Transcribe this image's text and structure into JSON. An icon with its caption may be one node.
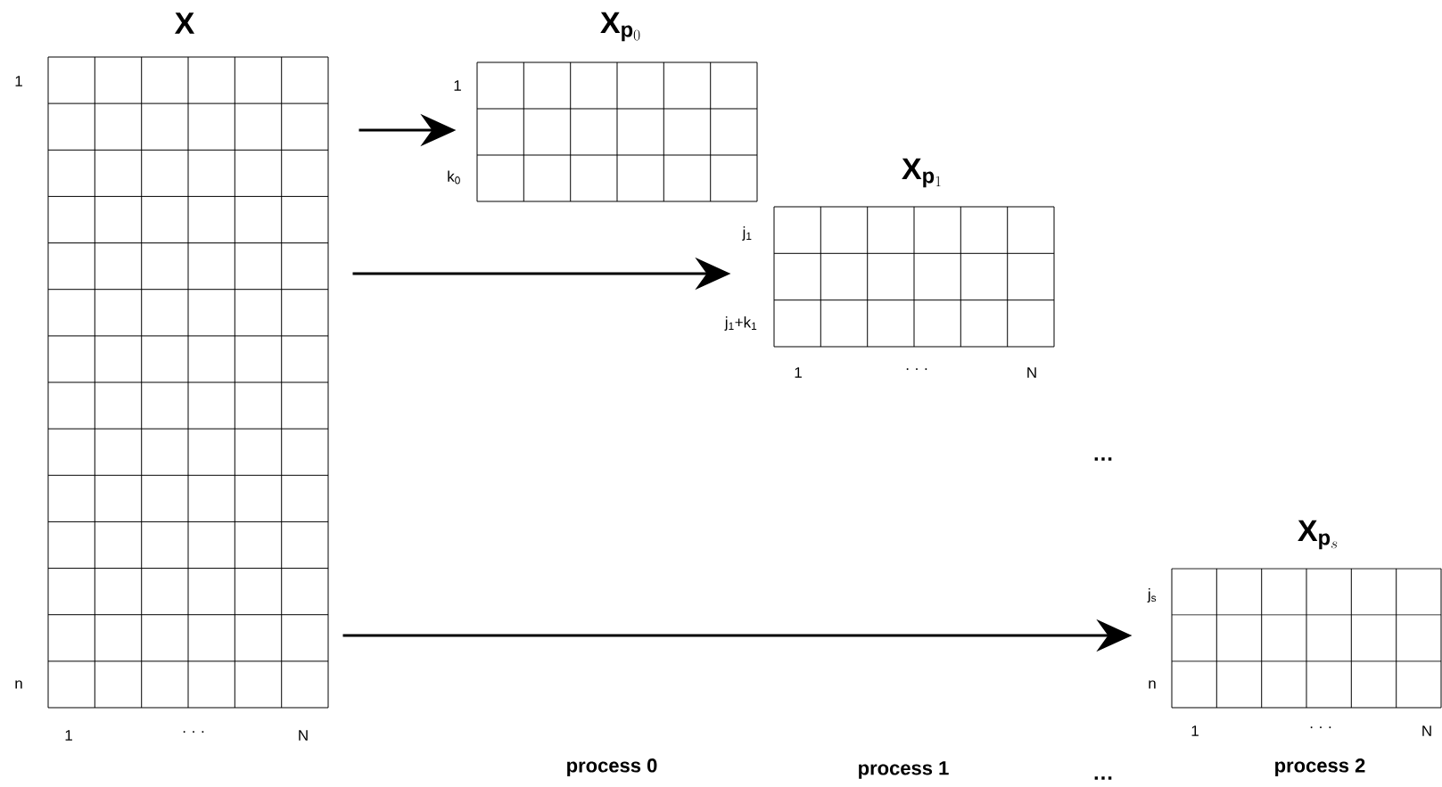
{
  "diagram": {
    "nodes": [
      {
        "text": [
          "\\mathbf{X}"
        ],
        "beside": [
          "1",
          "n",
          "1",
          "· · ·",
          "N"
        ]
      },
      {
        "text": [
          "\\mathbf{X}_{\\mathbf{p}_0}"
        ],
        "beside": [
          "1",
          "k$_{0}$"
        ]
      },
      {
        "text": [
          "\\mathbf{X}_{\\mathbf{p}_1}"
        ],
        "beside": [
          "j$_{1}$",
          "j$_{1}$+k$_{1}$",
          "1",
          "· · ·",
          "N"
        ]
      },
      {
        "text": [
          "\\mathbf{X}_{\\mathbf{p}_s}"
        ],
        "beside": [
          "j$_{s}$",
          "n",
          "1",
          "· · ·",
          "N"
        ]
      }
    ],
    "edges": [
      {
        "from": 0,
        "to": 1,
        "arrow": "to"
      },
      {
        "from": 0,
        "to": 2,
        "arrow": "to"
      },
      {
        "from": 0,
        "to": 3,
        "arrow": "to"
      }
    ],
    "labels": [
      "…",
      "process 0",
      "process 1",
      "…",
      "process 2"
    ]
  }
}
